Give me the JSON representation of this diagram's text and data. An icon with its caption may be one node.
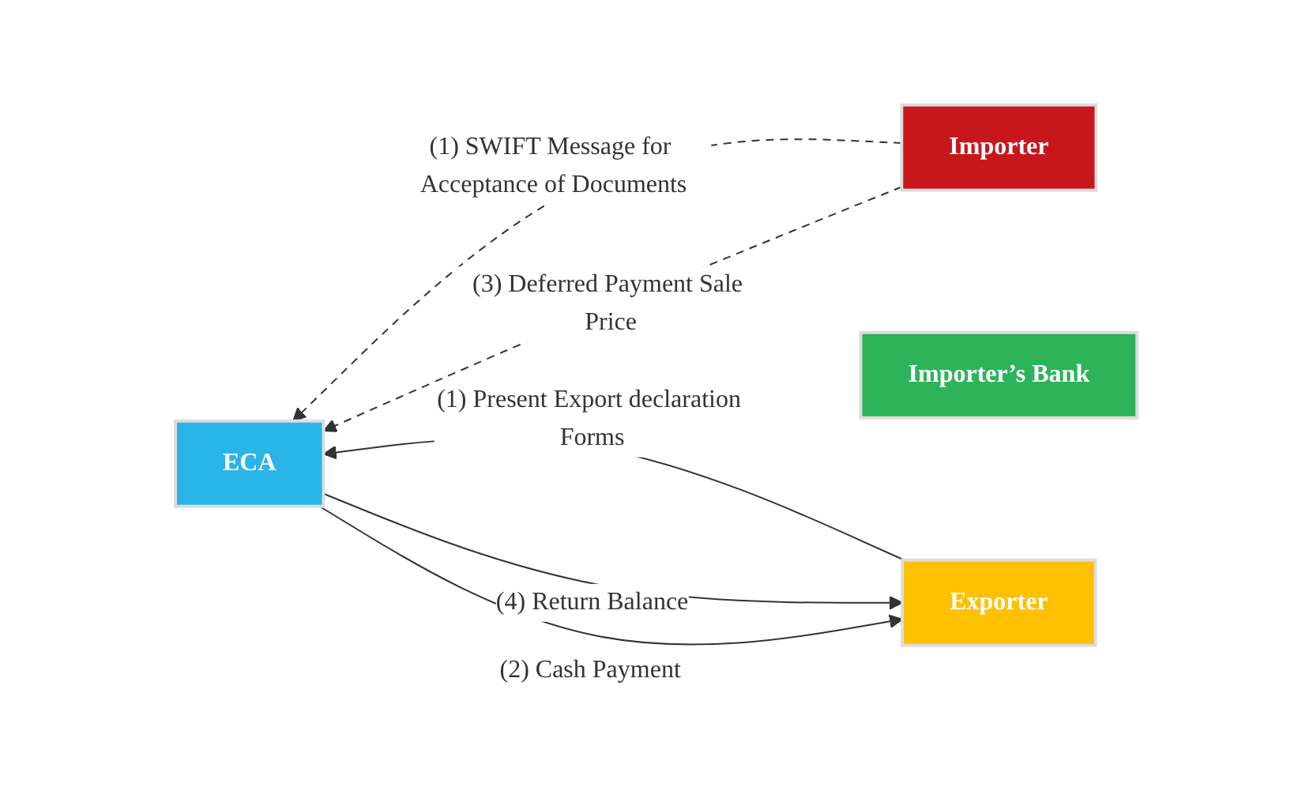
{
  "diagram": {
    "nodes": [
      {
        "text": [
          "Exporter"
        ]
      },
      {
        "text": [
          "ECA"
        ]
      },
      {
        "text": [
          "Importer’s Bank"
        ]
      },
      {
        "text": [
          "Importer"
        ]
      }
    ],
    "edges": [
      {
        "from": 0,
        "to": 1,
        "arrow": "to",
        "label": "(1) Present Export declaration Forms"
      },
      {
        "from": 1,
        "to": 0,
        "arrow": "to",
        "label": "(4) Return Balance"
      },
      {
        "from": 1,
        "to": 0,
        "arrow": "to",
        "label": "(2) Cash Payment"
      },
      {
        "from": 3,
        "to": 1,
        "arrow": "to",
        "label": "(1) SWIFT Message for Acceptance of Documents",
        "style": "dashed"
      },
      {
        "from": 3,
        "to": 1,
        "arrow": "to",
        "label": "(3) Deferred Payment Sale Price",
        "style": "dashed"
      }
    ]
  }
}
